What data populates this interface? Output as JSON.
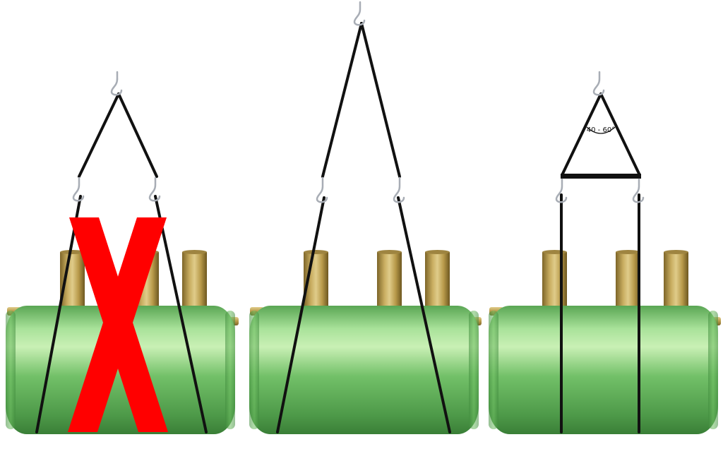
{
  "figure": {
    "background": "#ffffff",
    "tank_colors": {
      "highlight": "#c9f0b5",
      "body": "#6fbf62",
      "shadow": "#3f8a3c"
    },
    "pipe_colors": {
      "light": "#e0cc8a",
      "mid": "#b89a4a",
      "dark": "#7d6528"
    },
    "sling_color": "#111111",
    "hook_color": "#a8adb5",
    "panels": [
      {
        "id": "incorrect",
        "status": "not-allowed",
        "mark_icon": "x-mark-icon",
        "mark_color": "#ff0000"
      },
      {
        "id": "long-slings",
        "status": "allowed"
      },
      {
        "id": "spreader-bar",
        "status": "allowed",
        "angle_label": "40 - 60°"
      }
    ]
  }
}
